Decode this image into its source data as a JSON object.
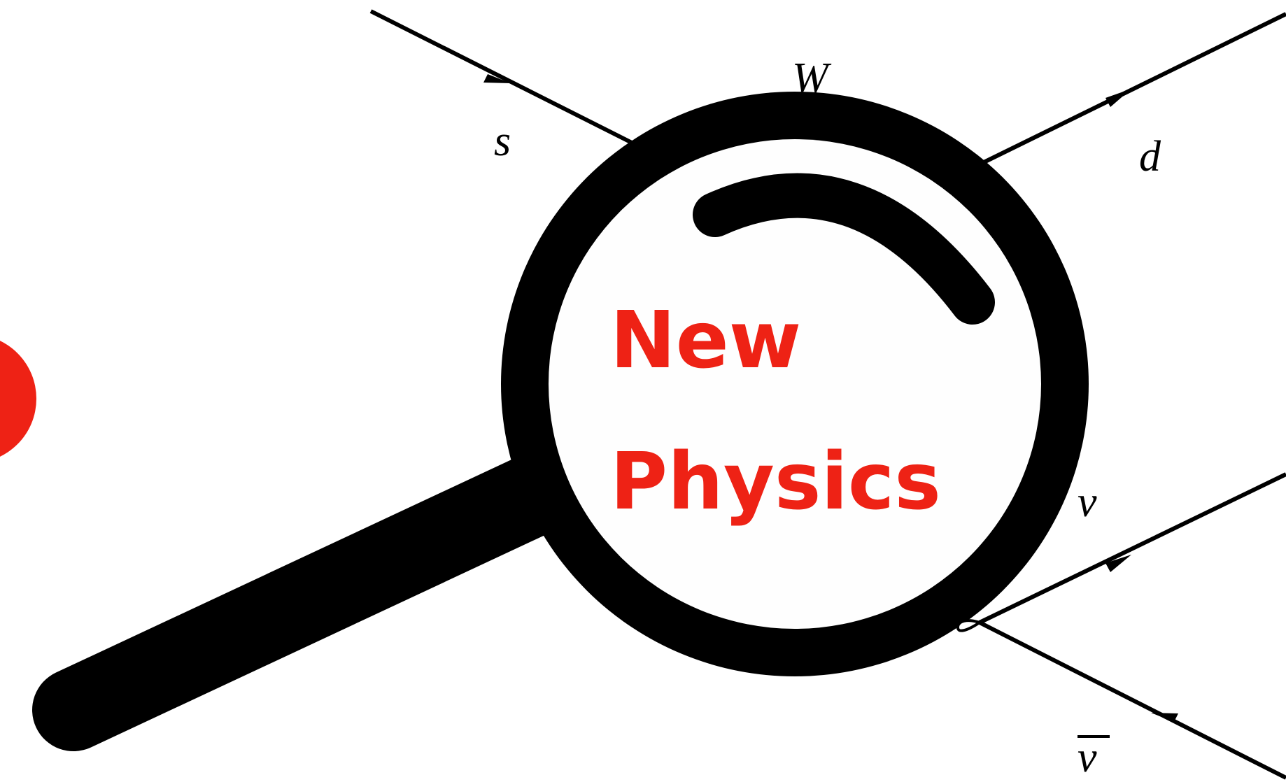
{
  "diagram": {
    "process": "s to d nu nubar",
    "particles": {
      "incoming_quark": "s",
      "boson": "W",
      "outgoing_quark": "d",
      "neutrino": "ν",
      "antineutrino": "ν"
    },
    "antineutrino_bar": true
  },
  "magnifier": {
    "line1": "New",
    "line2": "Physics"
  },
  "colors": {
    "ink": "#000000",
    "accent": "#ee2215",
    "lens": "#fefefe",
    "background": "#ffffff"
  },
  "icons": {
    "magnifier": "magnifying-glass-icon",
    "side_badge": "red-plus-icon"
  }
}
